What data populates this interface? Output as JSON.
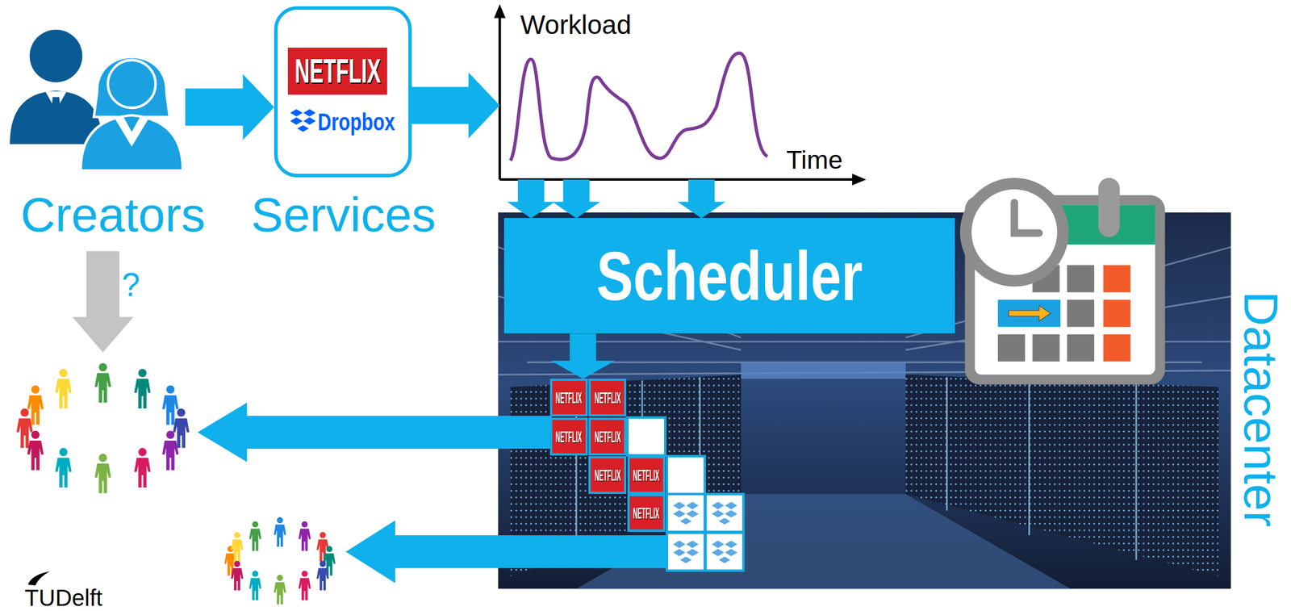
{
  "diagram": {
    "nodes": [
      {
        "text": [
          "Creators"
        ]
      },
      {
        "text": [
          "Services"
        ]
      },
      {
        "text": [
          "NETFLIX"
        ],
        "in": 1
      },
      {
        "text": [
          "Dropbox"
        ],
        "in": 1
      },
      {
        "text": [
          "Workload",
          "Time"
        ]
      },
      {
        "text": [
          "Datacenter"
        ]
      },
      {
        "text": [
          "Scheduler"
        ],
        "in": 5
      },
      {
        "text": [
          "NETFLIX"
        ],
        "in": 5
      },
      {
        "text": [
          "NETFLIX"
        ],
        "in": 5
      },
      {
        "text": [
          "NETFLIX"
        ],
        "in": 5
      },
      {
        "text": [
          "NETFLIX"
        ],
        "in": 5
      },
      {
        "text": [
          "NETFLIX"
        ],
        "in": 5
      },
      {
        "text": [
          "NETFLIX"
        ],
        "in": 5
      },
      {
        "text": [
          "NETFLIX"
        ],
        "in": 5
      }
    ],
    "edges": [
      {
        "from": 0,
        "to": 1,
        "arrow": "to"
      },
      {
        "from": 1,
        "to": 4,
        "arrow": "to"
      },
      {
        "from": 4,
        "to": 6,
        "arrow": "to"
      },
      {
        "from": 4,
        "to": 6,
        "arrow": "to"
      },
      {
        "from": 4,
        "to": 6,
        "arrow": "to"
      },
      {
        "from": 6,
        "to": 7,
        "arrow": "to"
      }
    ],
    "labels": [
      "?",
      "TUDelft"
    ]
  }
}
